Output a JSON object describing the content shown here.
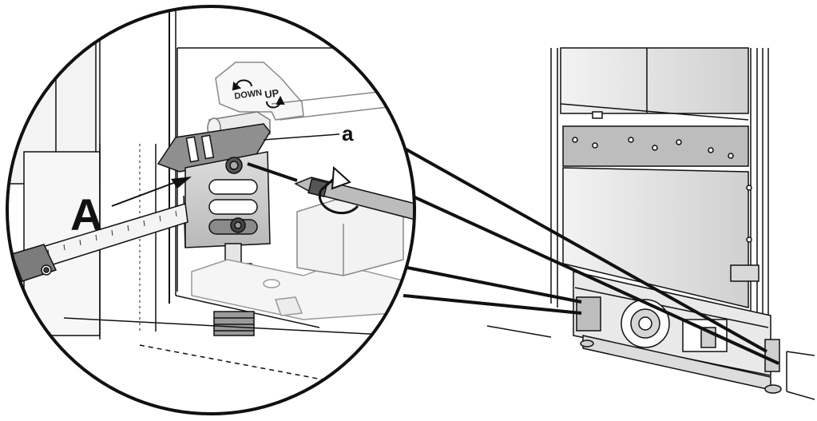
{
  "labels": {
    "part_a": "a",
    "part_A": "A",
    "adjust_down": "DOWN",
    "adjust_up": "UP"
  },
  "icons": {
    "adjust": "rotation-arrows-icon",
    "tool_rotate": "rotate-arrow-icon"
  },
  "colors": {
    "outline": "#111111",
    "fill_light": "#ffffff",
    "fill_grey": "#cfcfcf",
    "fill_dark": "#8a8a8a"
  }
}
